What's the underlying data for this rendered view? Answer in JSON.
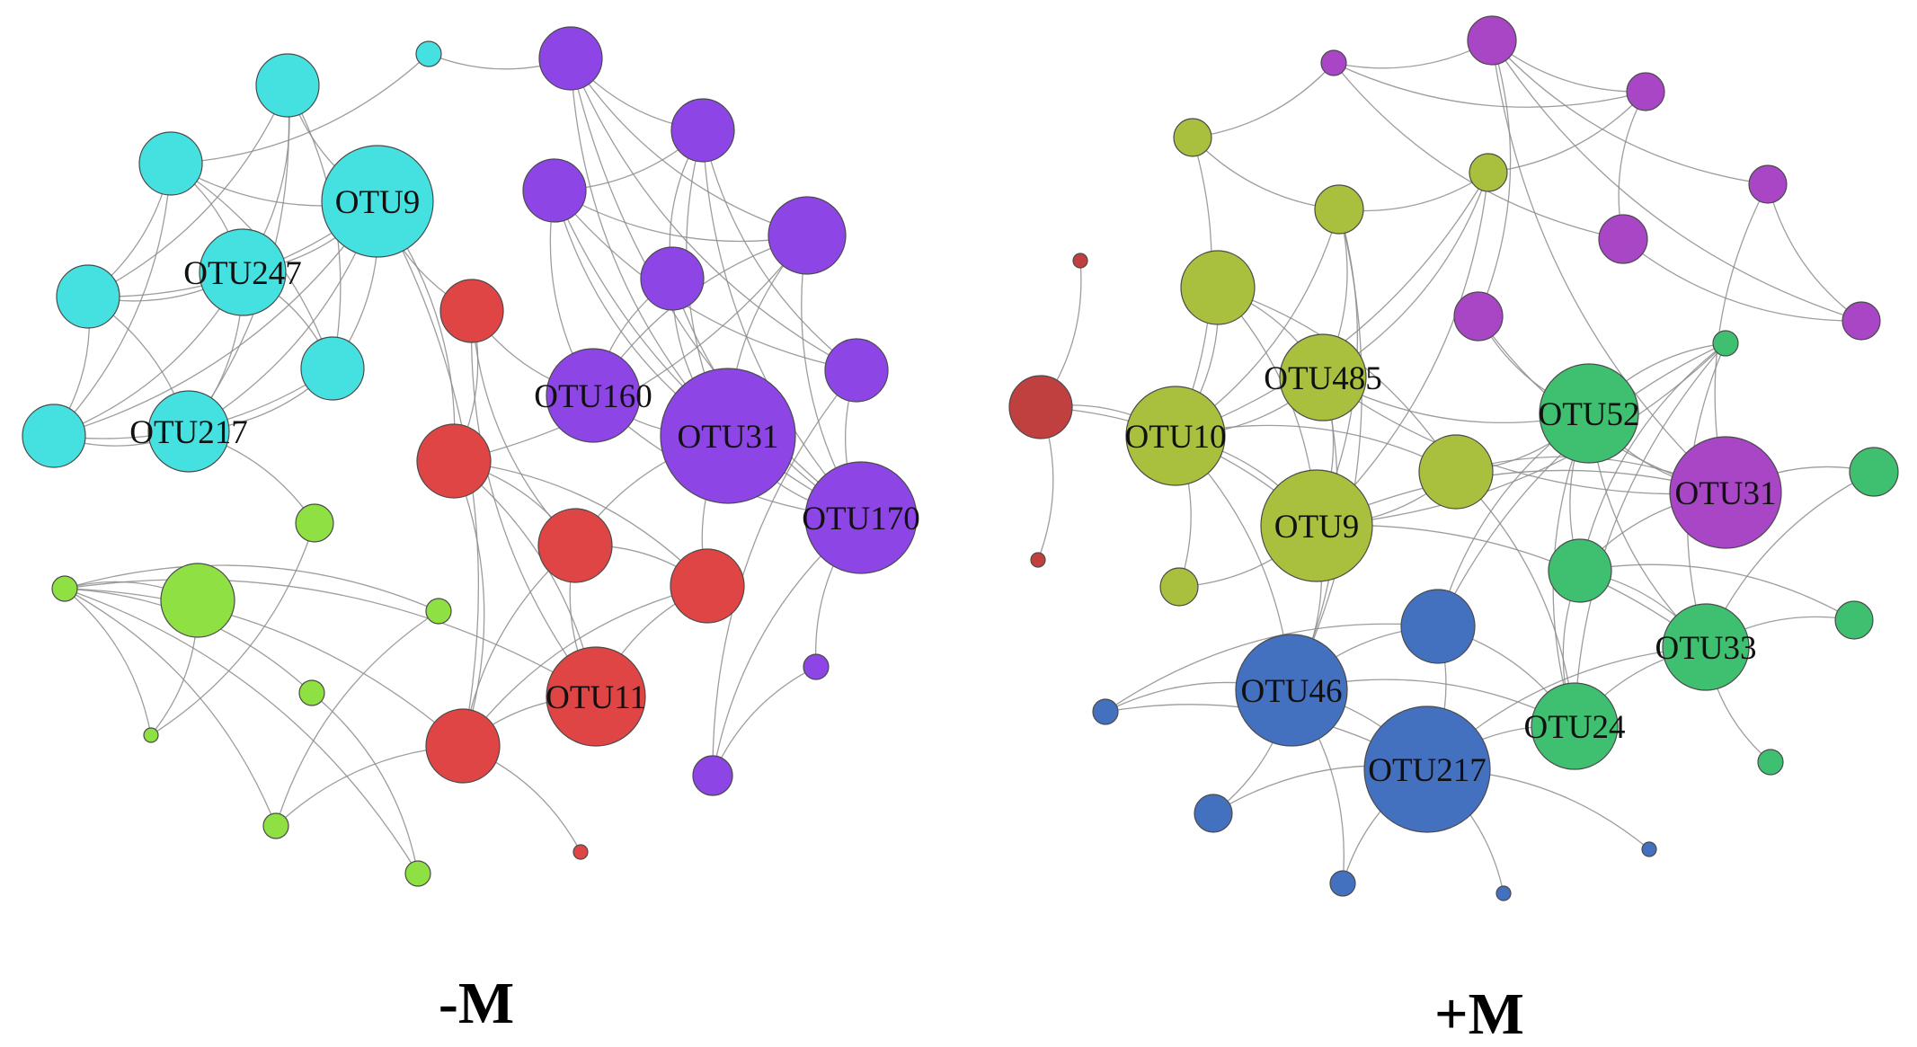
{
  "colors": {
    "cyan": "#45e0e0",
    "purple": "#8e45e6",
    "red": "#e04545",
    "lime": "#8fe043",
    "dark_red": "#c04040",
    "olive": "#a9c03e",
    "green": "#3fbf70",
    "blue": "#4470c0",
    "magenta": "#a846c6",
    "edge": "#8c8c8c"
  },
  "panels": [
    {
      "title": "-M",
      "nodes": [
        {
          "id": "c1",
          "label": "",
          "color": "cyan"
        },
        {
          "id": "c2",
          "label": "",
          "color": "cyan"
        },
        {
          "id": "c3",
          "label": "",
          "color": "cyan"
        },
        {
          "id": "otu9",
          "label": "OTU9",
          "color": "cyan"
        },
        {
          "id": "otu247",
          "label": "OTU247",
          "color": "cyan"
        },
        {
          "id": "c4",
          "label": "",
          "color": "cyan"
        },
        {
          "id": "c5",
          "label": "",
          "color": "cyan"
        },
        {
          "id": "otu217",
          "label": "OTU217",
          "color": "cyan"
        },
        {
          "id": "c6",
          "label": "",
          "color": "cyan"
        },
        {
          "id": "p1",
          "label": "",
          "color": "purple"
        },
        {
          "id": "p2",
          "label": "",
          "color": "purple"
        },
        {
          "id": "p3",
          "label": "",
          "color": "purple"
        },
        {
          "id": "p4",
          "label": "",
          "color": "purple"
        },
        {
          "id": "p5",
          "label": "",
          "color": "purple"
        },
        {
          "id": "p6",
          "label": "",
          "color": "purple"
        },
        {
          "id": "otu160",
          "label": "OTU160",
          "color": "purple"
        },
        {
          "id": "otu31",
          "label": "OTU31",
          "color": "purple"
        },
        {
          "id": "otu170",
          "label": "OTU170",
          "color": "purple"
        },
        {
          "id": "p7",
          "label": "",
          "color": "purple"
        },
        {
          "id": "p8",
          "label": "",
          "color": "purple"
        },
        {
          "id": "r1",
          "label": "",
          "color": "red"
        },
        {
          "id": "r2",
          "label": "",
          "color": "red"
        },
        {
          "id": "r3",
          "label": "",
          "color": "red"
        },
        {
          "id": "r4",
          "label": "",
          "color": "red"
        },
        {
          "id": "otu11",
          "label": "OTU11",
          "color": "red"
        },
        {
          "id": "r5",
          "label": "",
          "color": "red"
        },
        {
          "id": "r6",
          "label": "",
          "color": "red"
        },
        {
          "id": "g1",
          "label": "",
          "color": "lime"
        },
        {
          "id": "g2",
          "label": "",
          "color": "lime"
        },
        {
          "id": "g3",
          "label": "",
          "color": "lime"
        },
        {
          "id": "g4",
          "label": "",
          "color": "lime"
        },
        {
          "id": "g5",
          "label": "",
          "color": "lime"
        },
        {
          "id": "g6",
          "label": "",
          "color": "lime"
        },
        {
          "id": "g7",
          "label": "",
          "color": "lime"
        },
        {
          "id": "g8",
          "label": "",
          "color": "lime"
        }
      ],
      "edges": [
        [
          "c2",
          "otu9"
        ],
        [
          "c2",
          "otu247"
        ],
        [
          "c2",
          "c4"
        ],
        [
          "c2",
          "otu217"
        ],
        [
          "c2",
          "c5"
        ],
        [
          "c3",
          "otu9"
        ],
        [
          "c3",
          "otu247"
        ],
        [
          "c3",
          "c4"
        ],
        [
          "c3",
          "c6"
        ],
        [
          "c3",
          "c5"
        ],
        [
          "otu9",
          "otu247"
        ],
        [
          "otu9",
          "c4"
        ],
        [
          "otu9",
          "otu217"
        ],
        [
          "otu9",
          "c5"
        ],
        [
          "otu9",
          "c6"
        ],
        [
          "otu9",
          "r1"
        ],
        [
          "otu9",
          "r2"
        ],
        [
          "otu9",
          "r5"
        ],
        [
          "otu247",
          "c4"
        ],
        [
          "otu247",
          "c6"
        ],
        [
          "otu247",
          "otu217"
        ],
        [
          "otu247",
          "c5"
        ],
        [
          "c4",
          "c6"
        ],
        [
          "c4",
          "otu217"
        ],
        [
          "c5",
          "otu217"
        ],
        [
          "c5",
          "c6"
        ],
        [
          "otu217",
          "c6"
        ],
        [
          "otu217",
          "g1"
        ],
        [
          "c1",
          "c3"
        ],
        [
          "c1",
          "p1"
        ],
        [
          "p1",
          "p2"
        ],
        [
          "p1",
          "p4"
        ],
        [
          "p1",
          "otu31"
        ],
        [
          "p1",
          "p6"
        ],
        [
          "p1",
          "otu170"
        ],
        [
          "p2",
          "p3"
        ],
        [
          "p2",
          "p5"
        ],
        [
          "p2",
          "p6"
        ],
        [
          "p2",
          "otu170"
        ],
        [
          "p2",
          "otu31"
        ],
        [
          "p3",
          "p4"
        ],
        [
          "p3",
          "otu31"
        ],
        [
          "p3",
          "otu170"
        ],
        [
          "p3",
          "p6"
        ],
        [
          "p3",
          "otu160"
        ],
        [
          "p4",
          "otu31"
        ],
        [
          "p4",
          "otu160"
        ],
        [
          "p4",
          "otu170"
        ],
        [
          "p4",
          "r2"
        ],
        [
          "p5",
          "otu160"
        ],
        [
          "p5",
          "otu31"
        ],
        [
          "p5",
          "otu170"
        ],
        [
          "p6",
          "otu170"
        ],
        [
          "otu160",
          "otu31"
        ],
        [
          "otu160",
          "otu170"
        ],
        [
          "otu31",
          "otu170"
        ],
        [
          "otu31",
          "r3"
        ],
        [
          "otu31",
          "r4"
        ],
        [
          "otu170",
          "p7"
        ],
        [
          "otu170",
          "p8"
        ],
        [
          "p7",
          "p8"
        ],
        [
          "p6",
          "p8"
        ],
        [
          "r1",
          "otu160"
        ],
        [
          "r1",
          "r2"
        ],
        [
          "r1",
          "r3"
        ],
        [
          "r1",
          "otu11"
        ],
        [
          "r2",
          "r3"
        ],
        [
          "r2",
          "r4"
        ],
        [
          "r2",
          "otu11"
        ],
        [
          "r2",
          "r5"
        ],
        [
          "r3",
          "r4"
        ],
        [
          "r3",
          "otu11"
        ],
        [
          "r3",
          "r5"
        ],
        [
          "r4",
          "otu11"
        ],
        [
          "r4",
          "r5"
        ],
        [
          "otu11",
          "r5"
        ],
        [
          "r5",
          "r6"
        ],
        [
          "r5",
          "g7"
        ],
        [
          "g2",
          "g3"
        ],
        [
          "g2",
          "g6"
        ],
        [
          "g3",
          "r5"
        ],
        [
          "g3",
          "g4"
        ],
        [
          "g3",
          "g5"
        ],
        [
          "g3",
          "g7"
        ],
        [
          "g3",
          "g8"
        ],
        [
          "g3",
          "g6"
        ],
        [
          "g3",
          "otu11"
        ],
        [
          "g1",
          "g6"
        ],
        [
          "g4",
          "g7"
        ],
        [
          "g5",
          "g8"
        ]
      ]
    },
    {
      "title": "+M",
      "nodes": [
        {
          "id": "m1",
          "label": "",
          "color": "magenta"
        },
        {
          "id": "m2",
          "label": "",
          "color": "magenta"
        },
        {
          "id": "m3",
          "label": "",
          "color": "magenta"
        },
        {
          "id": "m4",
          "label": "",
          "color": "magenta"
        },
        {
          "id": "m5",
          "label": "",
          "color": "magenta"
        },
        {
          "id": "m6",
          "label": "",
          "color": "magenta"
        },
        {
          "id": "m7",
          "label": "",
          "color": "magenta"
        },
        {
          "id": "otu31b",
          "label": "OTU31",
          "color": "magenta"
        },
        {
          "id": "o1",
          "label": "",
          "color": "olive"
        },
        {
          "id": "o2",
          "label": "",
          "color": "olive"
        },
        {
          "id": "o3",
          "label": "",
          "color": "olive"
        },
        {
          "id": "o4",
          "label": "",
          "color": "olive"
        },
        {
          "id": "otu485",
          "label": "OTU485",
          "color": "olive"
        },
        {
          "id": "otu10",
          "label": "OTU10",
          "color": "olive"
        },
        {
          "id": "o5",
          "label": "",
          "color": "olive"
        },
        {
          "id": "otu9b",
          "label": "OTU9",
          "color": "olive"
        },
        {
          "id": "o6",
          "label": "",
          "color": "olive"
        },
        {
          "id": "d1",
          "label": "",
          "color": "dark_red"
        },
        {
          "id": "d2",
          "label": "",
          "color": "dark_red"
        },
        {
          "id": "d3",
          "label": "",
          "color": "dark_red"
        },
        {
          "id": "otu52",
          "label": "OTU52",
          "color": "green"
        },
        {
          "id": "gr1",
          "label": "",
          "color": "green"
        },
        {
          "id": "gr2",
          "label": "",
          "color": "green"
        },
        {
          "id": "gr3",
          "label": "",
          "color": "green"
        },
        {
          "id": "otu33",
          "label": "OTU33",
          "color": "green"
        },
        {
          "id": "gr4",
          "label": "",
          "color": "green"
        },
        {
          "id": "otu24",
          "label": "OTU24",
          "color": "green"
        },
        {
          "id": "gr5",
          "label": "",
          "color": "green"
        },
        {
          "id": "otu46",
          "label": "OTU46",
          "color": "blue"
        },
        {
          "id": "b1",
          "label": "",
          "color": "blue"
        },
        {
          "id": "otu217b",
          "label": "OTU217",
          "color": "blue"
        },
        {
          "id": "b2",
          "label": "",
          "color": "blue"
        },
        {
          "id": "b3",
          "label": "",
          "color": "blue"
        },
        {
          "id": "b4",
          "label": "",
          "color": "blue"
        },
        {
          "id": "b5",
          "label": "",
          "color": "blue"
        },
        {
          "id": "b6",
          "label": "",
          "color": "blue"
        }
      ],
      "edges": [
        [
          "m1",
          "m2"
        ],
        [
          "m1",
          "m3"
        ],
        [
          "m1",
          "m4"
        ],
        [
          "m1",
          "m6"
        ],
        [
          "m1",
          "otu31b"
        ],
        [
          "m1",
          "m7"
        ],
        [
          "m2",
          "m3"
        ],
        [
          "m2",
          "m5"
        ],
        [
          "m3",
          "m5"
        ],
        [
          "m4",
          "otu31b"
        ],
        [
          "m4",
          "m7"
        ],
        [
          "m5",
          "m7"
        ],
        [
          "m6",
          "otu31b"
        ],
        [
          "m6",
          "otu52"
        ],
        [
          "otu31b",
          "gr3"
        ],
        [
          "otu31b",
          "otu52"
        ],
        [
          "otu31b",
          "otu9b"
        ],
        [
          "otu31b",
          "otu485"
        ],
        [
          "o1",
          "o3"
        ],
        [
          "o1",
          "otu10"
        ],
        [
          "o1",
          "m2"
        ],
        [
          "o2",
          "otu9b"
        ],
        [
          "o2",
          "o3"
        ],
        [
          "o2",
          "otu10"
        ],
        [
          "o2",
          "otu485"
        ],
        [
          "o2",
          "m3"
        ],
        [
          "o3",
          "otu485"
        ],
        [
          "o3",
          "otu10"
        ],
        [
          "o3",
          "otu9b"
        ],
        [
          "o3",
          "otu46"
        ],
        [
          "o4",
          "otu10"
        ],
        [
          "o4",
          "otu485"
        ],
        [
          "o4",
          "otu9b"
        ],
        [
          "o4",
          "o5"
        ],
        [
          "otu485",
          "otu10"
        ],
        [
          "otu485",
          "otu9b"
        ],
        [
          "otu485",
          "otu52"
        ],
        [
          "otu485",
          "otu46"
        ],
        [
          "otu10",
          "otu9b"
        ],
        [
          "otu10",
          "o5"
        ],
        [
          "otu10",
          "o6"
        ],
        [
          "otu10",
          "otu46"
        ],
        [
          "otu10",
          "d1"
        ],
        [
          "otu9b",
          "o5"
        ],
        [
          "otu9b",
          "o6"
        ],
        [
          "otu9b",
          "gr1"
        ],
        [
          "otu9b",
          "otu33"
        ],
        [
          "otu9b",
          "otu46"
        ],
        [
          "o5",
          "otu52"
        ],
        [
          "o5",
          "otu24"
        ],
        [
          "o5",
          "otu31b"
        ],
        [
          "d1",
          "d2"
        ],
        [
          "d1",
          "d3"
        ],
        [
          "d1",
          "otu9b"
        ],
        [
          "otu52",
          "gr1"
        ],
        [
          "otu52",
          "otu24"
        ],
        [
          "otu52",
          "otu33"
        ],
        [
          "otu52",
          "b1"
        ],
        [
          "otu52",
          "gr3"
        ],
        [
          "gr1",
          "otu24"
        ],
        [
          "gr1",
          "otu33"
        ],
        [
          "gr1",
          "gr3"
        ],
        [
          "gr1",
          "b1"
        ],
        [
          "gr2",
          "otu31b"
        ],
        [
          "gr2",
          "otu33"
        ],
        [
          "gr3",
          "otu33"
        ],
        [
          "gr3",
          "otu24"
        ],
        [
          "otu33",
          "gr4"
        ],
        [
          "otu33",
          "otu24"
        ],
        [
          "otu33",
          "gr5"
        ],
        [
          "otu33",
          "otu217b"
        ],
        [
          "gr4",
          "gr3"
        ],
        [
          "otu24",
          "b1"
        ],
        [
          "otu24",
          "otu46"
        ],
        [
          "otu24",
          "otu217b"
        ],
        [
          "otu46",
          "b1"
        ],
        [
          "otu46",
          "otu217b"
        ],
        [
          "otu46",
          "b2"
        ],
        [
          "otu46",
          "b3"
        ],
        [
          "otu46",
          "b4"
        ],
        [
          "otu217b",
          "b1"
        ],
        [
          "otu217b",
          "b4"
        ],
        [
          "otu217b",
          "b5"
        ],
        [
          "otu217b",
          "b6"
        ],
        [
          "otu217b",
          "b3"
        ],
        [
          "otu217b",
          "b2"
        ],
        [
          "b1",
          "b2"
        ]
      ]
    }
  ]
}
